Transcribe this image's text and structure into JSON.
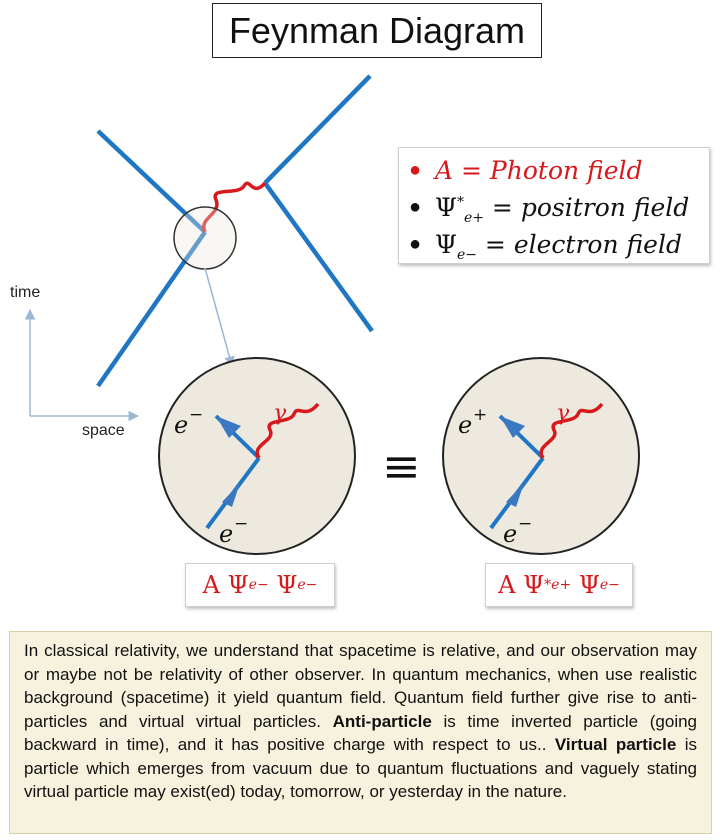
{
  "title": "Feynman Diagram",
  "legend": [
    {
      "symbol": "A",
      "eq": "=",
      "desc": "Photon field"
    },
    {
      "symbol": "Ψ",
      "sup": "*",
      "sub": "e+",
      "eq": "=",
      "desc": "positron field"
    },
    {
      "symbol": "Ψ",
      "sub": "e−",
      "eq": "=",
      "desc": "electron field"
    }
  ],
  "axes": {
    "time": "time",
    "space": "space"
  },
  "left_circle": {
    "top_label": "e",
    "top_sign": "−",
    "bottom_label": "e",
    "bottom_sign": "−",
    "photon_label": "γ"
  },
  "right_circle": {
    "top_label": "e",
    "top_sign": "+",
    "bottom_label": "e",
    "bottom_sign": "−",
    "photon_label": "γ"
  },
  "equivalence": "≡",
  "formula_left": {
    "a": "A",
    "psi1": "Ψ",
    "sub1": "e−",
    "psi2": "Ψ",
    "sub2": "e−"
  },
  "formula_right": {
    "a": "A",
    "psi1": "Ψ",
    "sup1": "*",
    "sub1": "e+",
    "psi2": "Ψ",
    "sub2": "e−"
  },
  "paragraph": {
    "t1": "In classical relativity, we understand that spacetime is relative, and our observation may or maybe not be relativity of other observer. In quantum mechanics, when use realistic background (spacetime) it yield quantum field. Quantum field further give rise to anti-particles and virtual virtual particles. ",
    "b1": "Anti-particle",
    "t2": " is time inverted particle (going backward in time), and it has positive charge with respect to us.. ",
    "b2": "Virtual particle",
    "t3": " is particle which emerges from vacuum due to quantum fluctuations and vaguely stating virtual particle may exist(ed) today, tomorrow, or yesterday in the nature."
  },
  "colors": {
    "particle_line": "#1f77c4",
    "photon": "#d7191c",
    "circle_fill": "#eee9de",
    "paragraph_bg": "#f7f2dd"
  }
}
